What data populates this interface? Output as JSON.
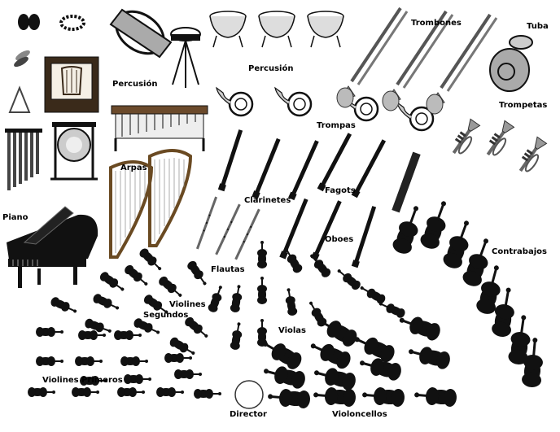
{
  "diagram": {
    "labels": {
      "percussion_left": "Percusión",
      "percussion_top": "Percusión",
      "trombones": "Trombones",
      "tuba": "Tuba",
      "trumpets": "Trompetas",
      "horns": "Trompas",
      "harps": "Arpas",
      "clarinets": "Clarinetes",
      "bassoons": "Fagots",
      "piano": "Piano",
      "oboes": "Oboes",
      "flutes": "Flautas",
      "double_basses": "Contrabajos",
      "second_violins_1": "Violines",
      "second_violins_2": "Segundos",
      "violas": "Violas",
      "first_violins": "Violines Primeros",
      "conductor": "Director",
      "cellos": "Violoncellos"
    },
    "colors": {
      "ink": "#111111",
      "wood": "#3a2a1a",
      "brass": "#9a9a9a",
      "background": "#ffffff"
    }
  }
}
